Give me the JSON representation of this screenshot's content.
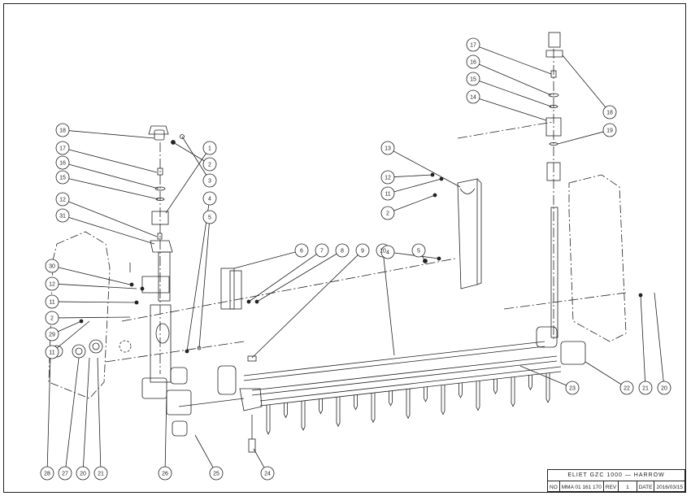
{
  "drawing": {
    "title": "ELIET  GZC  1000  —  HARROW",
    "no_label": "NO",
    "number": "MMA  01  161  170",
    "rev_label": "REV",
    "rev": "1",
    "date_label": "DATE",
    "date": "2016/03/15"
  },
  "callouts": {
    "left": [
      "18",
      "17",
      "16",
      "15",
      "12",
      "31",
      "1",
      "2",
      "3",
      "4",
      "5",
      "30",
      "12",
      "11",
      "2",
      "29",
      "11"
    ],
    "middle": [
      "6",
      "7",
      "8",
      "9",
      "10",
      "5"
    ],
    "right_arm": [
      "13",
      "12",
      "11",
      "2",
      "4"
    ],
    "right_top": [
      "17",
      "16",
      "15",
      "14",
      "18",
      "19"
    ],
    "bottom": [
      "28",
      "27",
      "20",
      "21",
      "26",
      "25",
      "24",
      "23",
      "22",
      "21",
      "20"
    ]
  },
  "colors": {
    "line": "#222222",
    "paper": "#ffffff"
  }
}
